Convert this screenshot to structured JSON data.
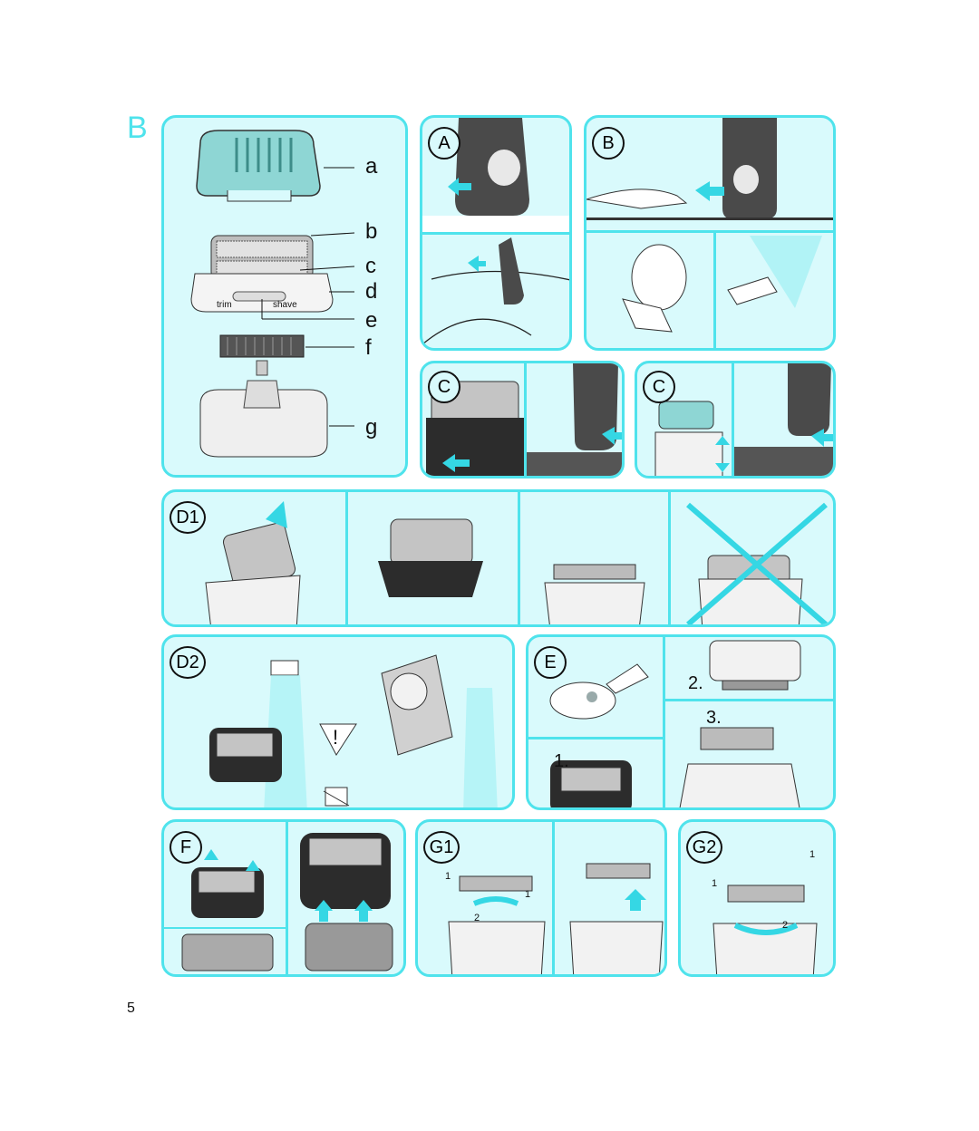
{
  "section_letter": "B",
  "page_number": "5",
  "parts": {
    "a": "a",
    "b": "b",
    "c": "c",
    "d": "d",
    "e": "e",
    "f": "f",
    "g": "g",
    "switch_trim": "trim",
    "switch_shave": "shave"
  },
  "panels": {
    "A": "A",
    "B": "B",
    "C1": "C",
    "C2": "C",
    "D1": "D1",
    "D2": "D2",
    "E": "E",
    "F": "F",
    "G1": "G1",
    "G2": "G2"
  },
  "steps": {
    "e1": "1.",
    "e2": "2.",
    "e3": "3.",
    "g1_1a": "1",
    "g1_1b": "1",
    "g1_2": "2",
    "g2_1a": "1",
    "g2_1b": "1",
    "g2_2": "2",
    "warning": "!"
  },
  "colors": {
    "accent": "#4fe3ec",
    "panel_fill": "#d9fafc",
    "device": "#3a3a3a",
    "arrow": "#35d7e4"
  }
}
